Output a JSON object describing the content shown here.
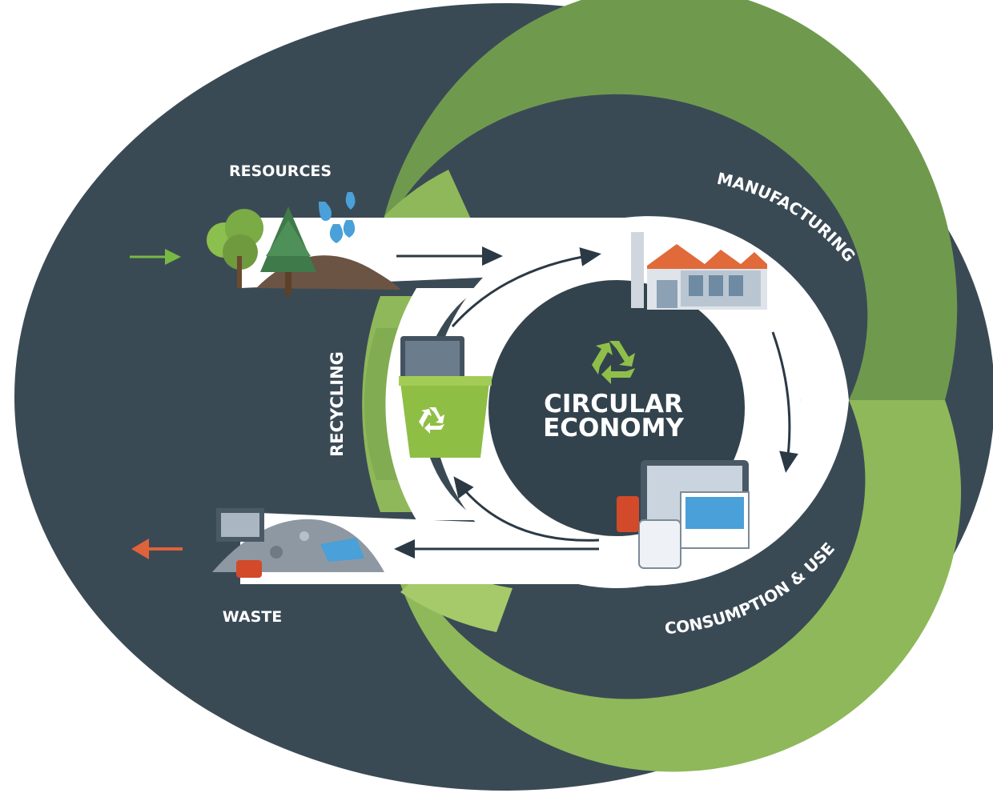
{
  "diagram": {
    "title_line1": "CIRCULAR",
    "title_line2": "ECONOMY",
    "center_icon": "recycle-icon",
    "stages": {
      "resources": "RESOURCES",
      "manufacturing": "MANUFACTURING",
      "consumption": "CONSUMPTION & USE",
      "recycling": "RECYCLING",
      "waste": "WASTE"
    },
    "flow_in_arrow": "arrow-right-icon",
    "flow_out_arrow": "arrow-left-icon"
  },
  "colors": {
    "outer": "#3a4a55",
    "center": "#33434d",
    "ring_dark_green": "#6f9a4e",
    "ring_light_green": "#8fb85a",
    "ring_pale_green": "#a6c96a",
    "in_arrow": "#77b943",
    "out_arrow": "#e0623a",
    "flow_arrow": "#2b3945"
  }
}
